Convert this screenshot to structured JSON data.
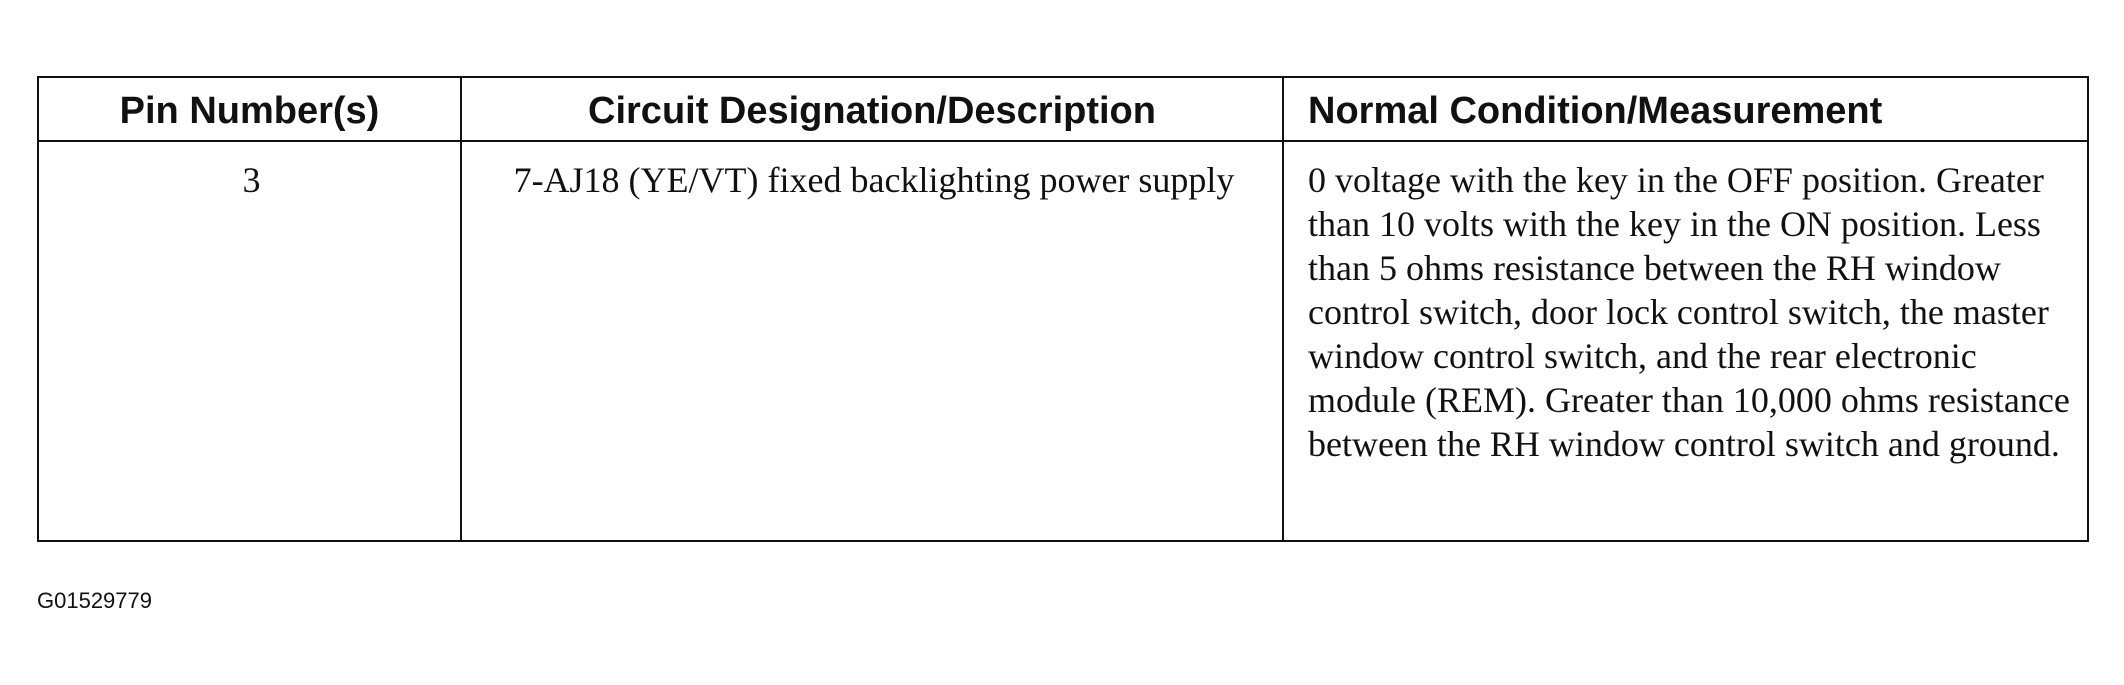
{
  "table": {
    "headers": [
      "Pin Number(s)",
      "Circuit Designation/Description",
      "Normal Condition/Measurement"
    ],
    "rows": [
      {
        "pin": "3",
        "circuit": "7-AJ18 (YE/VT) fixed backlighting power supply",
        "condition": "0 voltage with the key in the OFF position. Greater than 10 volts with the key in the ON position. Less than 5 ohms resistance between the RH window control switch, door lock control switch, the master window control switch, and the rear  electronic module (REM). Greater than 10,000 ohms resistance between the RH window control switch and ground."
      }
    ]
  },
  "figure_id": "G01529779"
}
